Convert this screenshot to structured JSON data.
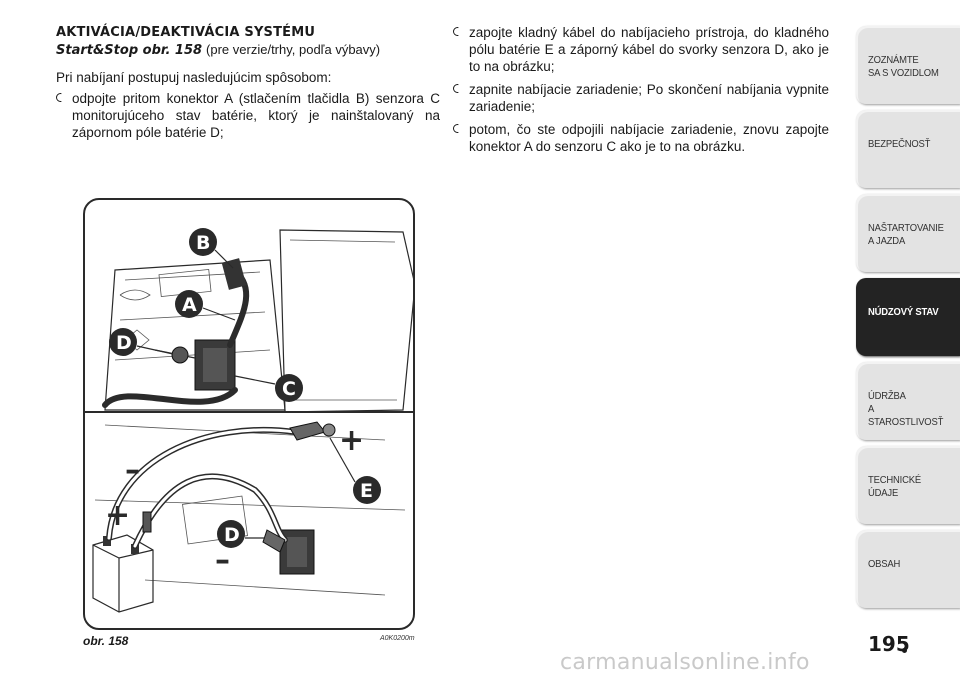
{
  "left": {
    "heading_line1": "AKTIVÁCIA/DEAKTIVÁCIA SYSTÉMU",
    "heading_line2": "Start&Stop obr. 158",
    "heading_note": "(pre verzie/trhy, podľa výbavy)",
    "intro": "Pri nabíjaní postupuj nasledujúcim spôsobom:",
    "bullets": [
      "odpojte pritom konektor A (stlačením tlačidla B) senzora C monitorujúceho stav batérie, ktorý je nainštalovaný na zápornom póle batérie D;"
    ]
  },
  "right": {
    "bullets": [
      "zapojte kladný kábel do nabíjacieho prístroja, do kladného pólu batérie E a záporný kábel do svorky senzora D, ako je to na obrázku;",
      "zapnite nabíjacie zariadenie; Po skončení nabíjania vypnite zariadenie;",
      "potom, čo ste odpojili nabíjacie zariadenie, znovu zapojte konektor A do senzoru C ako je to na obrázku."
    ]
  },
  "figure": {
    "caption": "obr. 158",
    "code": "A0K0200m",
    "labels": {
      "A": "A",
      "B": "B",
      "C": "C",
      "D": "D",
      "D2": "D",
      "E": "E"
    },
    "plus": "+",
    "minus": "–"
  },
  "tabs": [
    {
      "label": "ZOZNÁMTE\nSA S VOZIDLOM",
      "active": false
    },
    {
      "label": "BEZPEČNOSŤ",
      "active": false
    },
    {
      "label": "NAŠTARTOVANIE\nA JAZDA",
      "active": false
    },
    {
      "label": "NÚDZOVÝ STAV",
      "active": true
    },
    {
      "label": "ÚDRŽBA\nA STAROSTLIVOSŤ",
      "active": false
    },
    {
      "label": "TECHNICKÉ\nÚDAJE",
      "active": false
    },
    {
      "label": "OBSAH",
      "active": false
    }
  ],
  "page_number": "195",
  "watermark": "carmanualsonline.info",
  "colors": {
    "tab_bg": "#e3e3e3",
    "tab_active_bg": "#232323",
    "label_badge": "#2a2a2a"
  }
}
